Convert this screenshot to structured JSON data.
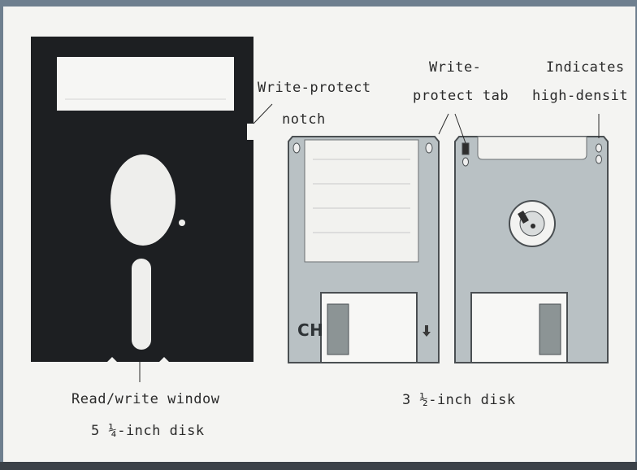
{
  "labels": {
    "write_protect_notch_1": "Write-protect",
    "write_protect_notch_2": "notch",
    "write_protect_tab_1": "Write-",
    "write_protect_tab_2": "protect tab",
    "high_density_1": "Indicates",
    "high_density_2": "high-densit",
    "read_write_window": "Read/write window",
    "five_quarter_disk": "5 ¼-inch disk",
    "three_half_disk": "3 ½-inch disk",
    "ch_mark": "CH"
  }
}
